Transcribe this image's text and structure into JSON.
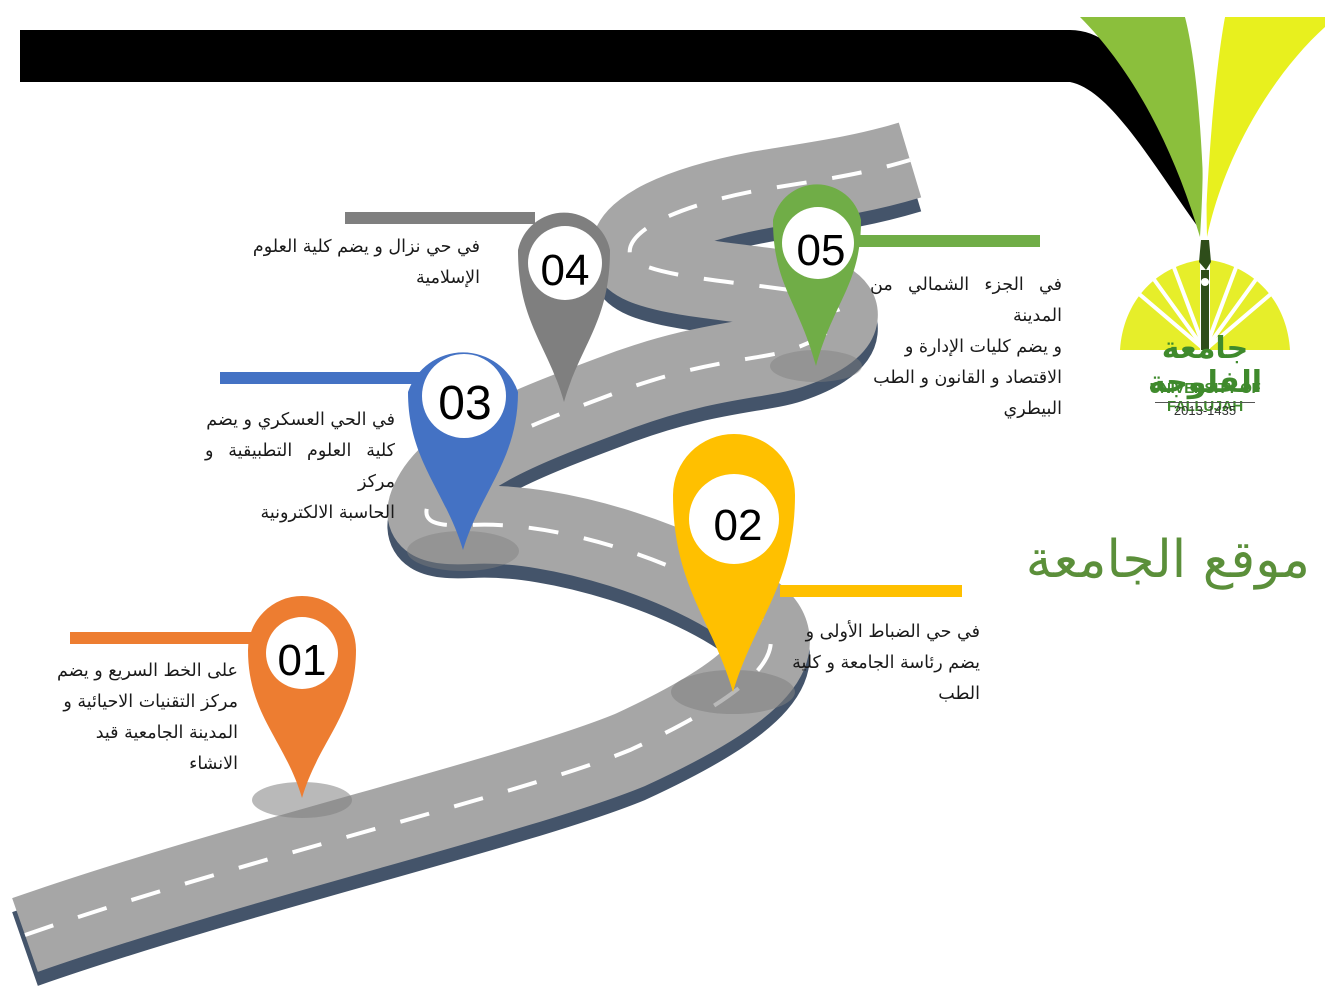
{
  "page_title": "موقع الجامعة",
  "logo": {
    "arabic_name": "جامعة الفلوجة",
    "english_name": "UNIVERSITY OF FALLUJAH",
    "years": "2013-1435"
  },
  "colors": {
    "orange": "#ed7d31",
    "yellow": "#ffc000",
    "blue": "#4472c4",
    "gray": "#7f7f7f",
    "green": "#70ad47",
    "title_green": "#5b8f3a",
    "road": "#a6a6a6",
    "road_side": "#44546a"
  },
  "locations": [
    {
      "number": "01",
      "color": "orange",
      "lines": [
        "على الخط السريع و يضم",
        "مركز التقنيات الاحيائية و",
        "المدينة الجامعية قيد",
        "الانشاء"
      ]
    },
    {
      "number": "02",
      "color": "yellow",
      "lines": [
        "في حي الضباط الأولى و",
        "يضم رئاسة الجامعة و كلية",
        "الطب"
      ]
    },
    {
      "number": "03",
      "color": "blue",
      "lines": [
        "في الحي العسكري و يضم",
        "كلية العلوم التطبيقية و مركز",
        "الحاسبة الالكترونية"
      ]
    },
    {
      "number": "04",
      "color": "gray",
      "lines": [
        "في حي نزال و يضم كلية العلوم",
        "الإسلامية"
      ]
    },
    {
      "number": "05",
      "color": "green",
      "lines": [
        "في الجزء الشمالي من المدينة",
        "و يضم كليات الإدارة و",
        "الاقتصاد و القانون و الطب",
        "البيطري"
      ]
    }
  ]
}
